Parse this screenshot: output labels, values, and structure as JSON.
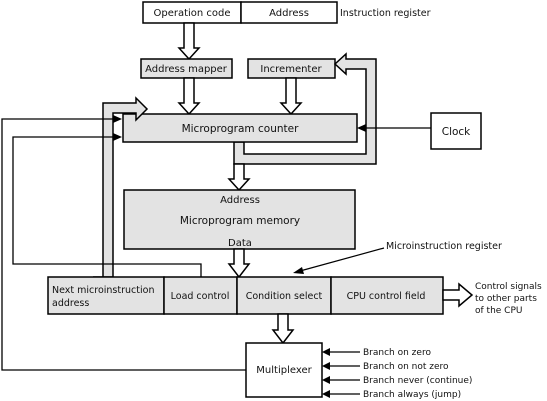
{
  "colors": {
    "box_fill": "#e3e3e3",
    "white": "#ffffff",
    "stroke": "#000000",
    "arrow_fill": "#ffffff"
  },
  "instruction_register": {
    "label": "Instruction register",
    "fields": [
      "Operation code",
      "Address"
    ]
  },
  "address_mapper": {
    "label": "Address mapper"
  },
  "incrementer": {
    "label": "Incrementer"
  },
  "microprogram_counter": {
    "label": "Microprogram counter"
  },
  "clock": {
    "label": "Clock"
  },
  "microprogram_memory": {
    "address_label": "Address",
    "label": "Microprogram memory",
    "data_label": "Data"
  },
  "microinstruction_register": {
    "label": "Microinstruction register",
    "fields": {
      "next_line1": "Next microinstruction",
      "next_line2": "address",
      "load_control": "Load control",
      "condition_select": "Condition select",
      "cpu_control": "CPU control field"
    }
  },
  "control_signals": {
    "line1": "Control signals",
    "line2": "to other parts",
    "line3": "of the CPU"
  },
  "multiplexer": {
    "label": "Multiplexer"
  },
  "branch_inputs": [
    "Branch on zero",
    "Branch on not zero",
    "Branch never (continue)",
    "Branch always (jump)"
  ]
}
